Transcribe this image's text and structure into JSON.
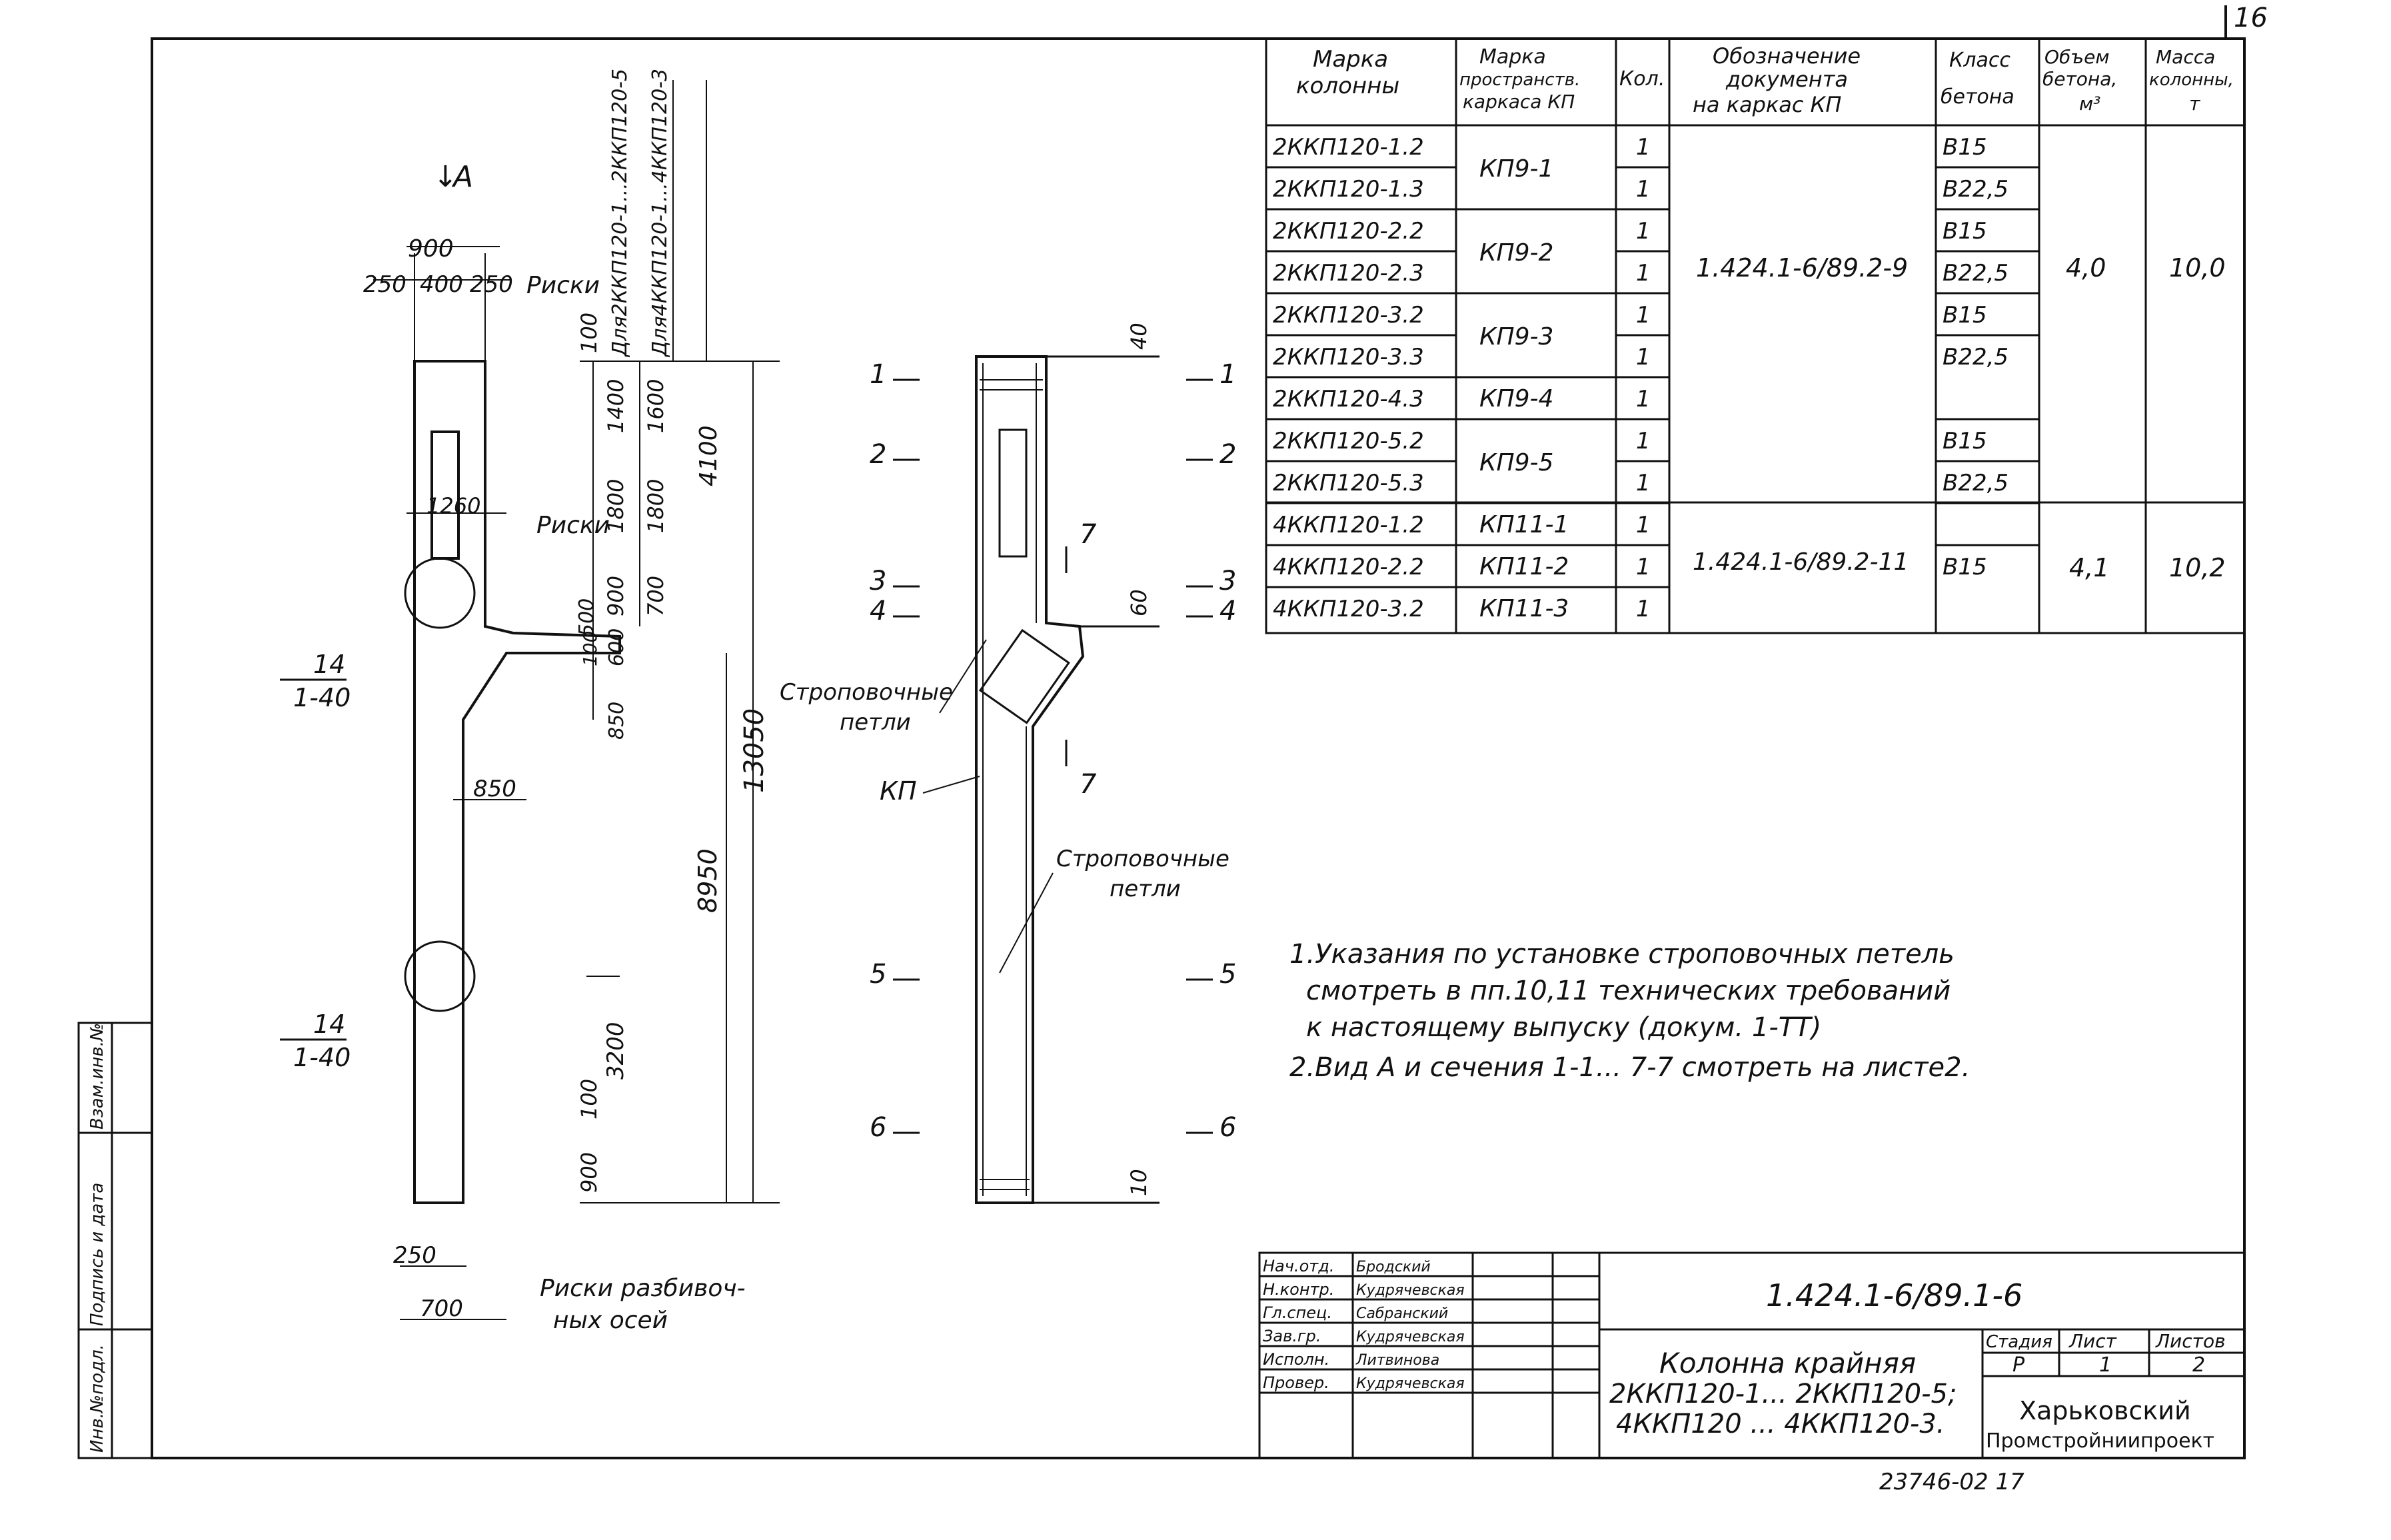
{
  "sheet_number_corner": "16",
  "footer_code": "23746-02 17",
  "view": {
    "arrow_label": "А",
    "top_dims": [
      "900",
      "250",
      "400",
      "250"
    ],
    "marks_top_label": "Риски",
    "marks_mid_label": "Риски",
    "marks_bottom_label_1": "Риски разбивоч-",
    "marks_bottom_label_2": "ных осей",
    "vertical_header_1": "Для2ККП120-1...2ККП120-5",
    "vertical_header_2": "Для4ККП120-1...4ККП120-3",
    "dim_left_col": [
      "100",
      "1400",
      "1800",
      "900",
      "500",
      "600"
    ],
    "dim_mid_col": [
      "1600",
      "1800",
      "700"
    ],
    "dim_overall": [
      "4100",
      "13050",
      "8950"
    ],
    "dim_lower": [
      "3200",
      "100",
      "900"
    ],
    "dim_misc": [
      "1260",
      "100",
      "850",
      "850",
      "250",
      "700"
    ],
    "detail_a_num": "14",
    "detail_a_sheet": "1-40",
    "detail_b_num": "14",
    "detail_b_sheet": "1-40"
  },
  "frame_view": {
    "sections": [
      "1",
      "2",
      "3",
      "4",
      "5",
      "6"
    ],
    "dims": [
      "40",
      "60",
      "10"
    ],
    "section7": "7",
    "sling_label_1": "Строповочные",
    "sling_label_2": "петли",
    "kp_label": "КП",
    "sling2_label_1": "Строповочные",
    "sling2_label_2": "петли"
  },
  "notes": [
    "1.Указания по установке строповочных петель",
    "смотреть в пп.10,11 технических требований",
    "к настоящему выпуску (докум. 1-ТТ)",
    "2.Вид А и сечения 1-1... 7-7 смотреть на листе2."
  ],
  "spec_table": {
    "headers": [
      [
        "Марка",
        "колонны"
      ],
      [
        "Марка",
        "пространств.",
        "каркаса КП"
      ],
      [
        "Кол."
      ],
      [
        "Обозначение",
        "документа",
        "на каркас КП"
      ],
      [
        "Класс",
        "бетона"
      ],
      [
        "Объем",
        "бетона,",
        "м³"
      ],
      [
        "Масса",
        "колонны,",
        "т"
      ]
    ],
    "rows": [
      {
        "marka": "2ККП120-1.2",
        "karkas": "КП9-1",
        "kol": "1",
        "beton": "B15"
      },
      {
        "marka": "2ККП120-1.3",
        "karkas": "",
        "kol": "1",
        "beton": "B22,5"
      },
      {
        "marka": "2ККП120-2.2",
        "karkas": "КП9-2",
        "kol": "1",
        "beton": "B15"
      },
      {
        "marka": "2ККП120-2.3",
        "karkas": "",
        "kol": "1",
        "beton": "B22,5"
      },
      {
        "marka": "2ККП120-3.2",
        "karkas": "КП9-3",
        "kol": "1",
        "beton": "B15"
      },
      {
        "marka": "2ККП120-3.3",
        "karkas": "",
        "kol": "1",
        "beton": "B22,5"
      },
      {
        "marka": "2ККП120-4.3",
        "karkas": "КП9-4",
        "kol": "1",
        "beton": ""
      },
      {
        "marka": "2ККП120-5.2",
        "karkas": "КП9-5",
        "kol": "1",
        "beton": "B15"
      },
      {
        "marka": "2ККП120-5.3",
        "karkas": "",
        "kol": "1",
        "beton": "B22,5"
      },
      {
        "marka": "4ККП120-1.2",
        "karkas": "КП11-1",
        "kol": "1",
        "beton": ""
      },
      {
        "marka": "4ККП120-2.2",
        "karkas": "КП11-2",
        "kol": "1",
        "beton": "B15"
      },
      {
        "marka": "4ККП120-3.2",
        "karkas": "КП11-3",
        "kol": "1",
        "beton": ""
      }
    ],
    "doc_1": "1.424.1-6/89.2-9",
    "doc_2": "1.424.1-6/89.2-11",
    "volume_1": "4,0",
    "mass_1": "10,0",
    "volume_2": "4,1",
    "mass_2": "10,2"
  },
  "title_block": {
    "designation": "1.424.1-6/89.1-6",
    "title_line1": "Колонна крайняя",
    "title_line2": "2ККП120-1... 2ККП120-5;",
    "title_line3": "4ККП120 ... 4ККП120-3.",
    "stage_label": "Стадия",
    "sheet_label": "Лист",
    "sheets_label": "Листов",
    "stage": "Р",
    "sheet": "1",
    "sheets": "2",
    "org_line1": "Харьковский",
    "org_line2": "Промстройниипроект",
    "people": [
      {
        "role": "Нач.отд.",
        "name": "Бродский"
      },
      {
        "role": "Н.контр.",
        "name": "Кудрячевская"
      },
      {
        "role": "Гл.спец.",
        "name": "Сабранский"
      },
      {
        "role": "Зав.гр.",
        "name": "Кудрячевская"
      },
      {
        "role": "Исполн.",
        "name": "Литвинова"
      },
      {
        "role": "Провер.",
        "name": "Кудрячевская"
      }
    ]
  },
  "side_stamp": [
    "Инв.№подл.",
    "Подпись и дата",
    "Взам.инв.№"
  ]
}
